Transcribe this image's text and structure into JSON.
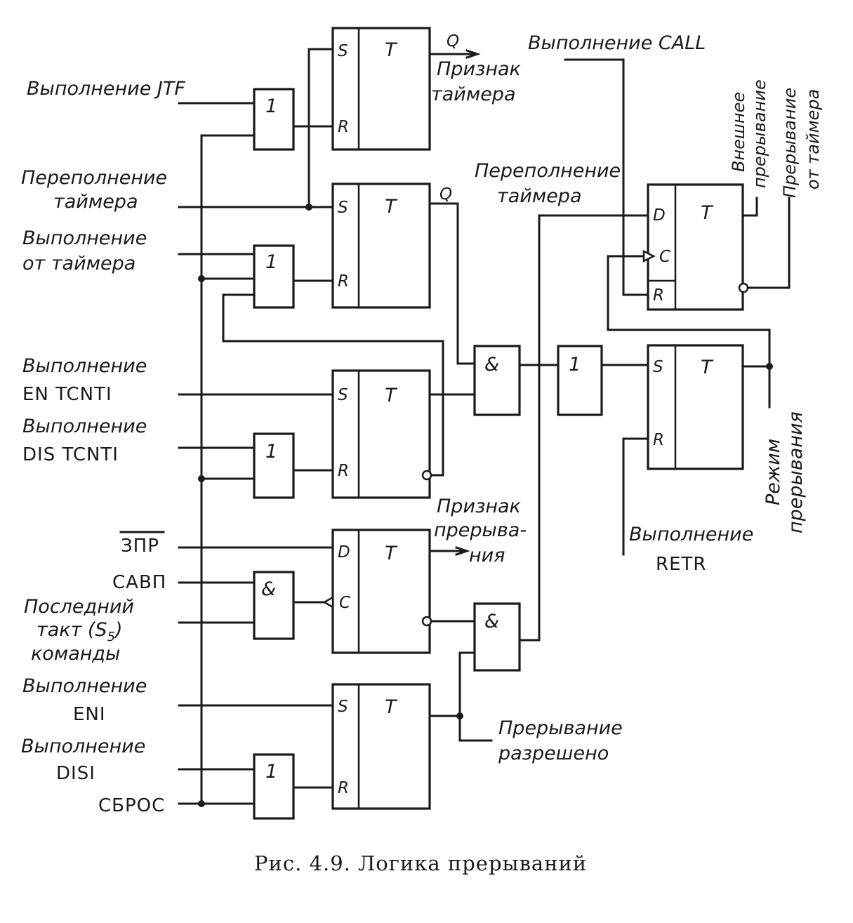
{
  "inputs": {
    "jtf": "Выполнение JTF",
    "timer_overflow_1": "Переполнение",
    "timer_overflow_2": "таймера",
    "from_timer_1": "Выполнение",
    "from_timer_2": "от таймера",
    "en_tcnti_1": "Выполнение",
    "en_tcnti_2": "EN TCNTI",
    "dis_tcnti_1": "Выполнение",
    "dis_tcnti_2": "DIS TCNTI",
    "zpr": "ЗПР",
    "savp": "САВП",
    "last_cycle_1": "Последний",
    "last_cycle_2": "такт (S",
    "last_cycle_sub": "5",
    "last_cycle_3": ")",
    "last_cycle_4": "команды",
    "eni_1": "Выполнение",
    "eni_2": "ENI",
    "disi_1": "Выполнение",
    "disi_2": "DISI",
    "reset": "СБРОС",
    "call": "Выполнение CALL",
    "retr_1": "Выполнение",
    "retr_2": "RETR",
    "overflow_right_1": "Переполнение",
    "overflow_right_2": "таймера"
  },
  "outputs": {
    "q1": "Q",
    "q2": "Q",
    "timer_flag_1": "Признак",
    "timer_flag_2": "таймера",
    "interrupt_flag_1": "Признак",
    "interrupt_flag_2": "прерыва-",
    "interrupt_flag_3": "ния",
    "interrupt_enabled_1": "Прерывание",
    "interrupt_enabled_2": "разрешено",
    "interrupt_mode_1": "Режим",
    "interrupt_mode_2": "прерывания",
    "ext_interrupt_1": "Внешнее",
    "ext_interrupt_2": "прерывание",
    "timer_interrupt_1": "Прерывание",
    "timer_interrupt_2": "от таймера"
  },
  "symbols": {
    "trigger": "T",
    "or": "1",
    "and": "&",
    "set": "S",
    "reset": "R",
    "data": "D",
    "clock": "C"
  },
  "caption": "Рис. 4.9. Логика прерываний"
}
